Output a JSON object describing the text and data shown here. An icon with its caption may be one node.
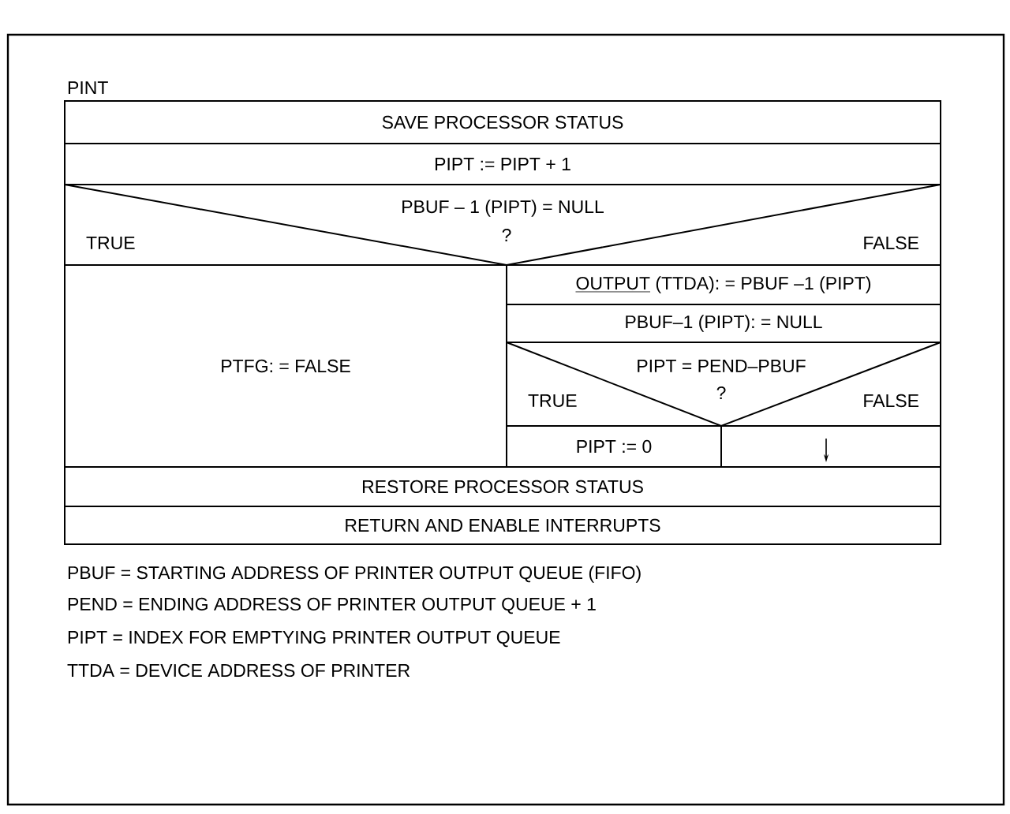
{
  "diagram": {
    "nodes": [
      {
        "text": [
          "PINT"
        ]
      },
      {
        "text": [
          "SAVE PROCESSOR STATUS"
        ],
        "in": 0
      },
      {
        "text": [
          "PIPT := PIPT + 1"
        ],
        "in": 0
      },
      {
        "text": [
          "PBUF – 1 (PIPT) = NULL",
          "?",
          "TRUE",
          "FALSE"
        ],
        "in": 0
      },
      {
        "text": [
          "PTFG: = FALSE"
        ],
        "in": 0
      },
      {
        "text": [
          "OUTPUT",
          "(TTDA): = PBUF –1 (PIPT)"
        ],
        "in": 0
      },
      {
        "text": [
          "PBUF–1 (PIPT): = NULL"
        ],
        "in": 0
      },
      {
        "text": [
          "PIPT = PEND–PBUF",
          "?",
          "TRUE",
          "FALSE"
        ],
        "in": 0
      },
      {
        "text": [
          "PIPT := 0"
        ],
        "in": 0
      },
      {
        "text": [],
        "shape": "box",
        "in": 0
      },
      {
        "text": [
          "RESTORE PROCESSOR STATUS"
        ],
        "in": 0
      },
      {
        "text": [
          "RETURN AND ENABLE INTERRUPTS"
        ],
        "in": 0
      }
    ],
    "labels": [
      "PBUF = STARTING ADDRESS OF PRINTER OUTPUT QUEUE (FIFO)",
      "PEND = ENDING ADDRESS OF PRINTER OUTPUT QUEUE + 1",
      "PIPT = INDEX FOR EMPTYING PRINTER OUTPUT QUEUE",
      "TTDA = DEVICE ADDRESS OF PRINTER"
    ]
  }
}
